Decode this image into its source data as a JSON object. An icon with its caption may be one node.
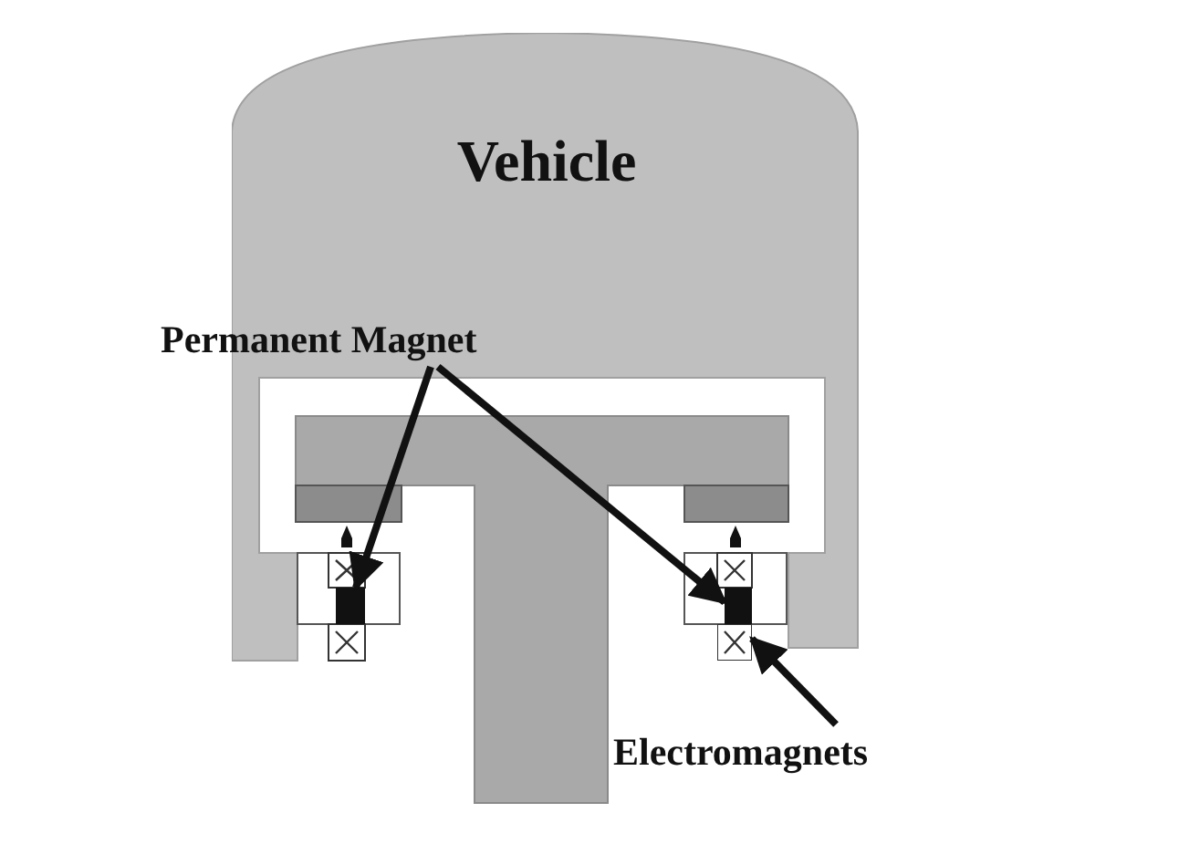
{
  "diagram": {
    "nodes": [
      {
        "text": [
          "Vehicle"
        ]
      },
      {
        "text": [
          "Permanent Magnet"
        ]
      },
      {
        "text": [],
        "shape": "box"
      },
      {
        "text": [],
        "shape": "box"
      },
      {
        "text": [
          "Electromagnets"
        ]
      },
      {
        "text": [],
        "shape": "box"
      }
    ],
    "edges": [
      {
        "from": 1,
        "to": 2,
        "arrow": "to"
      },
      {
        "from": 1,
        "to": 3,
        "arrow": "to"
      },
      {
        "from": 4,
        "to": 5,
        "arrow": "to"
      }
    ]
  }
}
